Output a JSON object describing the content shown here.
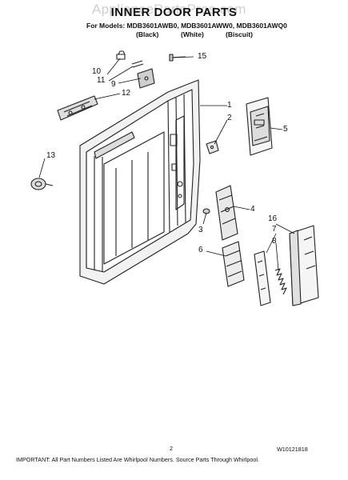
{
  "watermark": "AppliancePartsPros.com",
  "title": "INNER DOOR PARTS",
  "models_line": "For Models: MDB3601AWB0, MDB3601AWW0, MDB3601AWQ0",
  "colors": {
    "black": "(Black)",
    "white": "(White)",
    "biscuit": "(Biscuit)"
  },
  "callouts": [
    "1",
    "2",
    "3",
    "4",
    "5",
    "6",
    "7",
    "8",
    "9",
    "10",
    "11",
    "12",
    "13",
    "15",
    "16"
  ],
  "page_number": "2",
  "doc_number": "W10121818",
  "footer_note": "IMPORTANT: All Part Numbers Listed Are Whirlpool Numbers. Source Parts Through Whirlpool."
}
